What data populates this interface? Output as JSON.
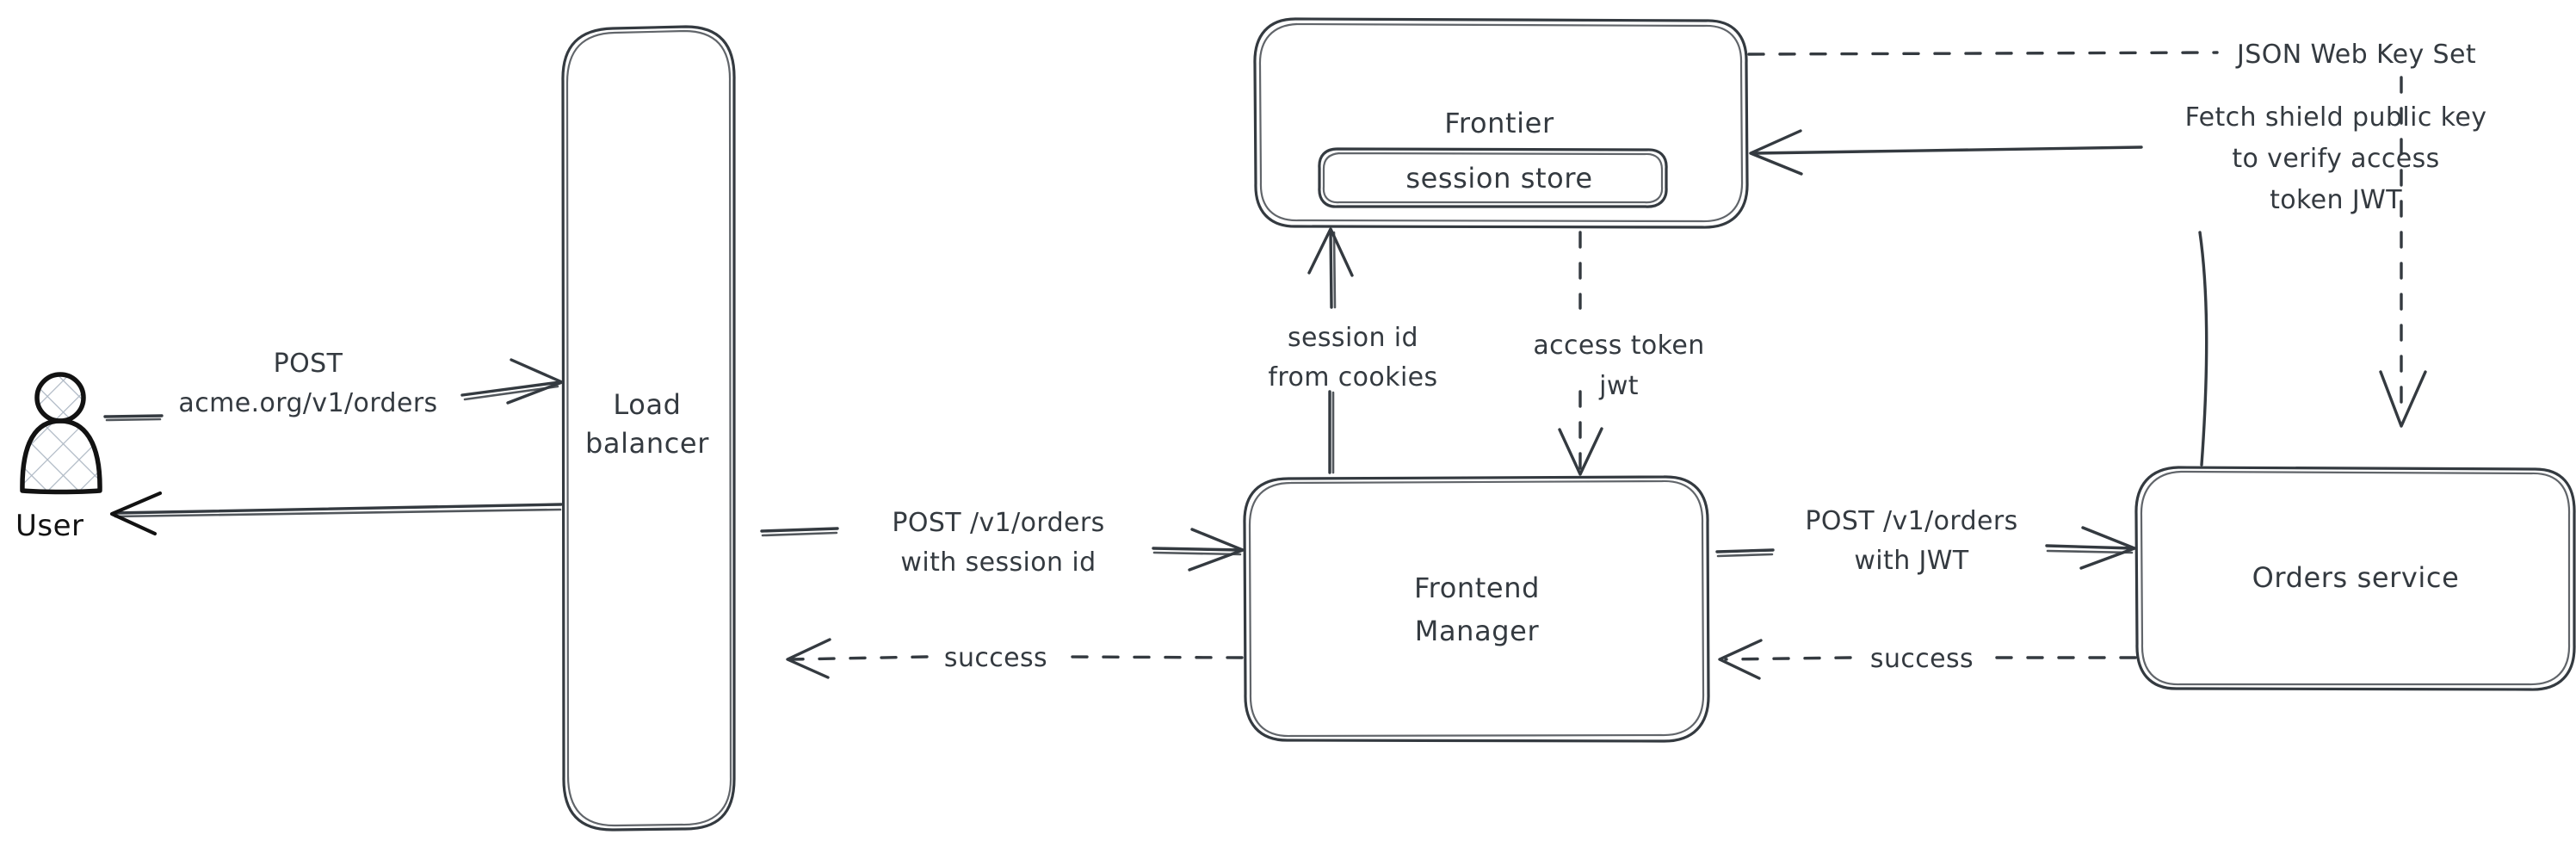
{
  "diagram": {
    "title": "Authentication request flow",
    "style": "hand-drawn",
    "background": "#ffffff",
    "stroke_color": "#343a40",
    "actor_stroke_color": "#121212"
  },
  "actors": {
    "user": {
      "label": "User",
      "icon": "person-icon"
    }
  },
  "nodes": {
    "load_balancer": {
      "label_line1": "Load",
      "label_line2": "balancer"
    },
    "frontier": {
      "label": "Frontier"
    },
    "session_store": {
      "label": "session store"
    },
    "frontend_manager": {
      "label_line1": "Frontend",
      "label_line2": "Manager"
    },
    "orders_service": {
      "label": "Orders service"
    }
  },
  "edges": {
    "user_to_lb": {
      "label_line1": "POST",
      "label_line2": "acme.org/v1/orders",
      "style": "solid",
      "direction": "right"
    },
    "lb_to_user": {
      "label": "",
      "style": "solid",
      "direction": "left"
    },
    "lb_to_fm": {
      "label_line1": "POST /v1/orders",
      "label_line2": "with session id",
      "style": "solid",
      "direction": "right"
    },
    "fm_to_lb": {
      "label": "success",
      "style": "dashed",
      "direction": "left"
    },
    "fm_to_frontier": {
      "label_line1": "session id",
      "label_line2": "from cookies",
      "style": "solid",
      "direction": "up"
    },
    "frontier_to_fm": {
      "label_line1": "access token",
      "label_line2": "jwt",
      "style": "dashed",
      "direction": "down"
    },
    "fm_to_orders": {
      "label_line1": "POST /v1/orders",
      "label_line2": "with JWT",
      "style": "solid",
      "direction": "right"
    },
    "orders_to_fm": {
      "label": "success",
      "style": "dashed",
      "direction": "left"
    },
    "orders_to_frontier": {
      "label_line1": "Fetch shield public key",
      "label_line2": "to verify access",
      "label_line3": "token JWT",
      "style": "solid",
      "direction": "left"
    },
    "frontier_to_orders": {
      "label": "JSON Web Key Set",
      "style": "dashed",
      "direction": "down"
    }
  }
}
